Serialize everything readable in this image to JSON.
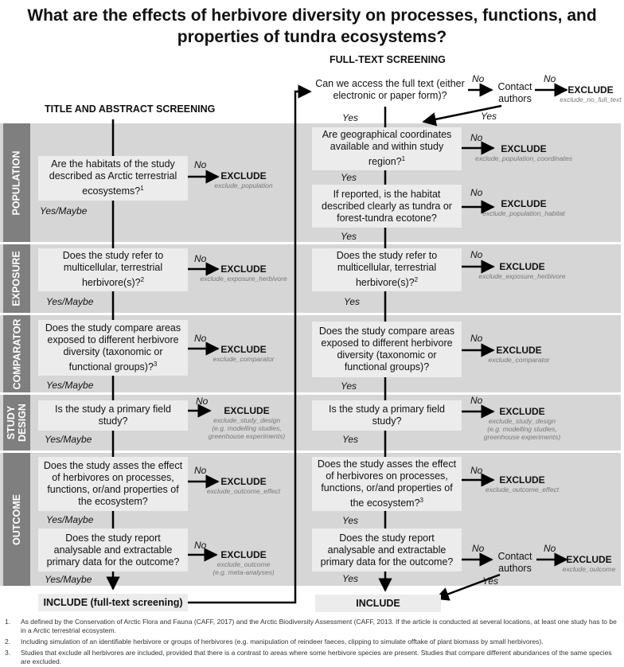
{
  "title": [
    "What are the effects of herbivore diversity on processes, functions, and",
    "properties of tundra ecosystems?"
  ],
  "headers": {
    "left": "TITLE AND ABSTRACT SCREENING",
    "right": "FULL-TEXT SCREENING"
  },
  "bands": [
    "POPULATION",
    "EXPOSURE",
    "COMPARATOR",
    "STUDY DESIGN",
    "OUTCOME"
  ],
  "bands_split": {
    "study_design_1": "STUDY",
    "study_design_2": "DESIGN"
  },
  "labels": {
    "no": "No",
    "yes": "Yes",
    "yes_maybe": "Yes/Maybe",
    "exclude": "EXCLUDE",
    "contact_1": "Contact",
    "contact_2": "authors"
  },
  "left_boxes": {
    "population": [
      "Are the habitats of the study",
      "described as Arctic terrestrial",
      "ecosystems?",
      "1"
    ],
    "exposure": [
      "Does the study refer to",
      "multicellular, terrestrial",
      "herbivore(s)?",
      "2"
    ],
    "comparator": [
      "Does the study compare areas",
      "exposed to different herbivore",
      "diversity (taxonomic or",
      "functional groups)?",
      "3"
    ],
    "design": [
      "Is the study a primary field",
      "study?"
    ],
    "outcome_effect": [
      "Does the study asses the effect",
      "of herbivores on processes,",
      "functions, or/and properties of",
      "the ecosystem?"
    ],
    "outcome_data": [
      "Does the study report",
      "analysable and extractable",
      "primary data for the outcome?"
    ]
  },
  "right_boxes": {
    "access": [
      "Can we access the full text (either",
      "electronic or paper form)?"
    ],
    "coords": [
      "Are geographical coordinates",
      "available and within study",
      "region?",
      "1"
    ],
    "habitat": [
      "If reported, is the habitat",
      "described clearly as tundra or",
      "forest-tundra ecotone?"
    ],
    "exposure": [
      "Does the study refer to",
      "multicellular, terrestrial",
      "herbivore(s)?",
      "2"
    ],
    "comparator": [
      "Does the study compare areas",
      "exposed to different herbivore",
      "diversity (taxonomic or",
      "functional groups)?"
    ],
    "design": [
      "Is the study a primary field",
      "study?"
    ],
    "outcome_effect": [
      "Does the study asses the effect",
      "of herbivores on processes,",
      "functions, or/and properties of",
      "the ecosystem?",
      "3"
    ],
    "outcome_data": [
      "Does the study report",
      "analysable and extractable",
      "primary data for the outcome?"
    ]
  },
  "codes": {
    "no_full_text": "exclude_no_full_text",
    "population": "exclude_population",
    "population_coordinates": "exclude_population_coordinates",
    "population_habitat": "exclude_population_habitat",
    "exposure_herbivore": "exclude_exposure_herbivore",
    "comparator": "exclude_comparator",
    "study_design": "exclude_study_design",
    "study_design_note_1": "(e.g. modelling studies,",
    "study_design_note_2": "greenhouse experiments)",
    "outcome_effect": "exclude_outcome_effect",
    "outcome": "exclude_outcome",
    "outcome_note": "(e.g. meta-analyses)"
  },
  "include": {
    "left": "INCLUDE (full-text screening)",
    "right": "INCLUDE"
  },
  "footnotes": [
    {
      "num": "1.",
      "text": "As defined by the Conservation of Arctic Flora and Fauna (CAFF, 2017) and the Arctic Biodiversity Assessment (CAFF, 2013. If the article is conducted at several locations, at least one study has to be in a Arctic terrestrial ecosystem."
    },
    {
      "num": "2.",
      "text": "Including simulation of an identifiable herbivore or groups of herbivores (e.g. manipulation of reindeer faeces, clipping to simulate offtake of plant biomass by small herbivores)."
    },
    {
      "num": "3.",
      "text": "Studies that exclude all herbivores are included, provided that there is a contrast to areas where some herbivore species are present. Studies that compare different abundances of the same species are excluded."
    }
  ]
}
